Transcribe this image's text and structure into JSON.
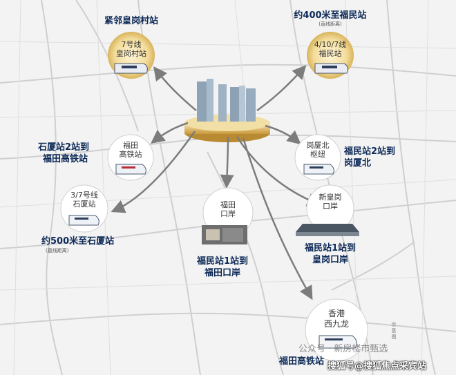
{
  "stations": {
    "huanggangcun": {
      "title": "紧邻皇岗村站",
      "line1": "7号线",
      "line2": "皇岗村站"
    },
    "futian_400": {
      "title": "约400米至福民站",
      "note": "(直线距离)",
      "line1": "4/10/7线",
      "line2": "福民站"
    },
    "futian_hsr": {
      "title1": "石厦站2站到",
      "title2": "福田高铁站",
      "line1": "福田",
      "line2": "高铁站"
    },
    "gangxia": {
      "title1": "福民站2站到",
      "title2": "岗厦北",
      "line1": "岗厦北",
      "line2": "枢纽"
    },
    "shixia": {
      "title": "约500米至石厦站",
      "note": "(直线距离)",
      "line1": "3/7号线",
      "line2": "石厦站"
    },
    "xinhuanggang": {
      "title1": "福民站1站到",
      "title2": "皇岗口岸",
      "line1": "新皇岗",
      "line2": "口岸"
    },
    "futian_port": {
      "title1": "福民站1站到",
      "title2": "福田口岸",
      "line1": "福田",
      "line2": "口岸"
    },
    "hk_west": {
      "title": "福田高铁站",
      "line1": "香港",
      "line2": "西九龙"
    }
  },
  "footnote": "示意图",
  "watermark1": "公众号 · 新房楼市甄选",
  "watermark2": "搜狐号@搜狐焦点采宾站",
  "colors": {
    "label": "#0d2a57",
    "arrow": "#7c7c7c",
    "gold": "#d8b25a",
    "map_lines": "#c9c9c9"
  }
}
